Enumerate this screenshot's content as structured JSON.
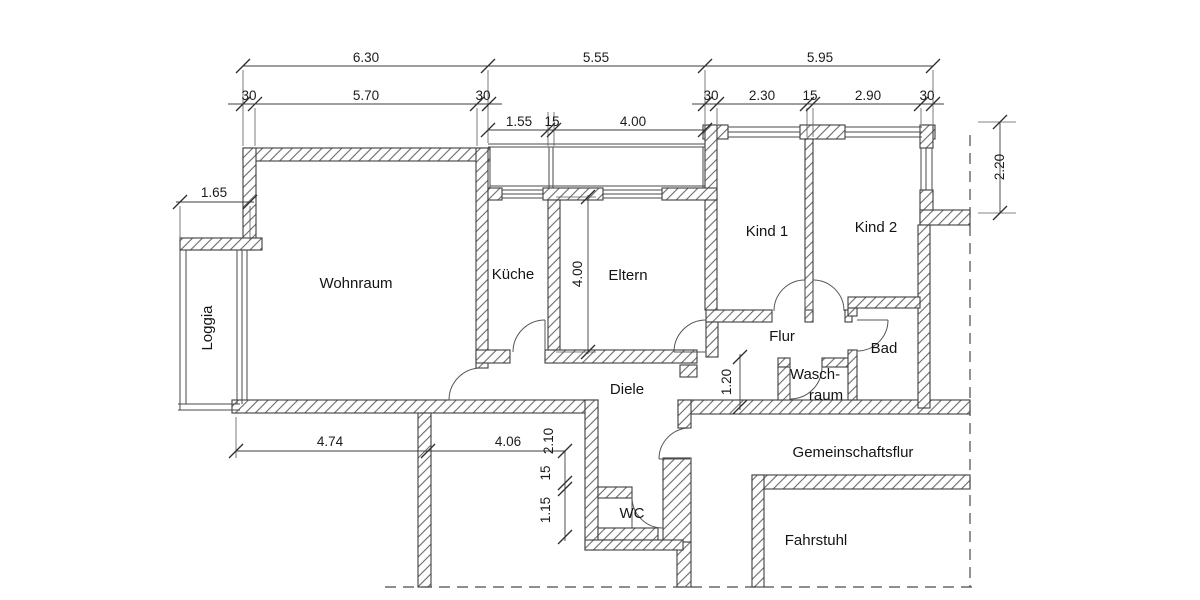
{
  "plan": {
    "rooms": {
      "wohnraum": "Wohnraum",
      "kueche": "Küche",
      "eltern": "Eltern",
      "kind1": "Kind 1",
      "kind2": "Kind 2",
      "flur": "Flur",
      "bad": "Bad",
      "waschraum_line1": "Wasch-",
      "waschraum_line2": "raum",
      "diele": "Diele",
      "wc": "WC",
      "loggia": "Loggia",
      "gemeinschaftsflur": "Gemeinschaftsflur",
      "fahrstuhl": "Fahrstuhl"
    },
    "dims": {
      "total_left": "6.30",
      "total_mid": "5.55",
      "total_right": "5.95",
      "wall_left_a": "30",
      "wohnraum_width": "5.70",
      "wall_left_b": "30",
      "wall_right_a": "30",
      "kind1_width": "2.30",
      "partition": "15",
      "kind2_width": "2.90",
      "wall_right_b": "30",
      "balcony_a": "1.55",
      "balcony_b": "15",
      "balcony_c": "4.00",
      "loggia_width": "1.65",
      "right_depth": "2.20",
      "eltern_depth": "4.00",
      "flur_opening": "1.20",
      "bottom_left": "4.74",
      "bottom_mid": "4.06",
      "wc_a": "2.10",
      "wc_b": "15",
      "wc_c": "1.15"
    }
  }
}
